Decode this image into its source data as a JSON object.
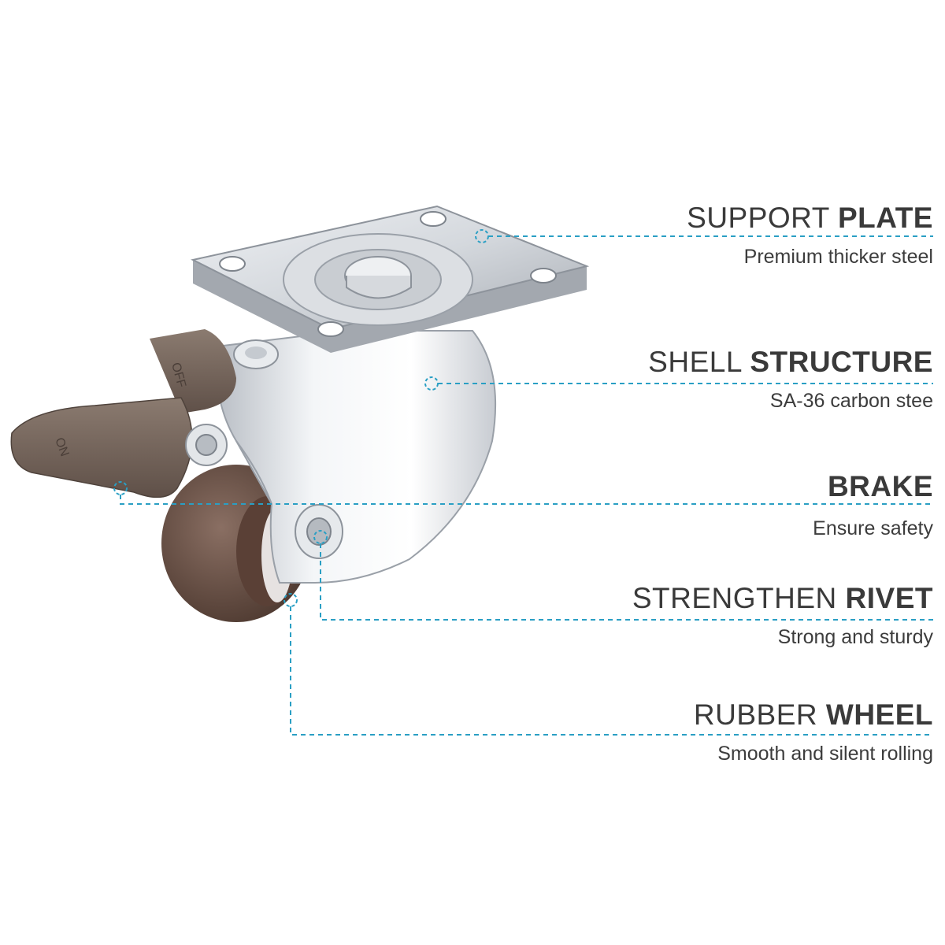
{
  "callouts": [
    {
      "id": "plate",
      "prefix": "SUPPORT",
      "bold": "PLATE",
      "desc": "Premium thicker steel"
    },
    {
      "id": "shell",
      "prefix": "SHELL",
      "bold": "STRUCTURE",
      "desc": "SA-36 carbon stee"
    },
    {
      "id": "brake",
      "prefix": "",
      "bold": "BRAKE",
      "desc": "Ensure safety"
    },
    {
      "id": "rivet",
      "prefix": "STRENGTHEN",
      "bold": "RIVET",
      "desc": "Strong and sturdy"
    },
    {
      "id": "wheel",
      "prefix": "RUBBER",
      "bold": "WHEEL",
      "desc": "Smooth and silent rolling"
    }
  ],
  "brake_marks": {
    "off": "OFF",
    "on": "ON"
  },
  "colors": {
    "leader_line": "#2a9fc4",
    "text": "#3a3a3a",
    "steel": "#d9dde2",
    "brake_pedal": "#7a6a5e",
    "wheel": "#6b5347"
  }
}
